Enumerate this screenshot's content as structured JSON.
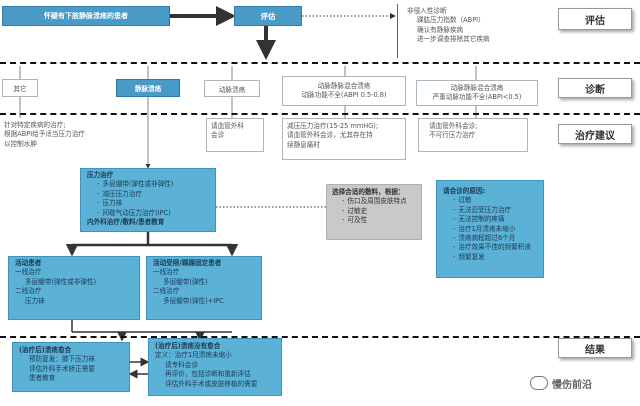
{
  "suspect": "怀疑有下肢静脉溃疡的患者",
  "assess": "评估",
  "assess_notes": [
    "非侵入性诊断",
    "踝肱压力指数（ABPI）",
    "确认有静脉疾病",
    "进一步调查排除其它疾病"
  ],
  "stages": {
    "assess": "评估",
    "diagnosis": "诊断",
    "treatment": "治疗建议",
    "outcome": "结果"
  },
  "diagnosis": {
    "other": "其它",
    "venous": "静脉溃疡",
    "arterial": "动脉溃疡",
    "mixed1": [
      "动脉静脉混合溃疡",
      "动脉功能不全(ABPI 0.5-0.8)"
    ],
    "mixed2": [
      "动脉静脉混合溃疡",
      "严重动脉功能不全(ABPI<0.5)"
    ]
  },
  "advice": {
    "other": [
      "针对特定疾病的治疗;",
      "根据ABPI给予适当压力治疗",
      "以控制水肿"
    ],
    "arterial": [
      "请血管外科",
      "会诊"
    ],
    "mixed1": [
      "减压压力治疗(15-25 mmHG);",
      "请血管外科会诊，尤其存在持",
      "续静息痛时"
    ],
    "mixed2": [
      "请血管外科会诊;",
      "不可行压力治疗"
    ]
  },
  "compression": {
    "title": "压力治疗",
    "items": [
      "多层绷带(弹性或非弹性)",
      "减压压力治疗",
      "压力袜",
      "间歇气动压力治疗(IPC)"
    ],
    "footer": "内外科治疗/敷料/患者教育"
  },
  "dressing": {
    "title": "选择合适的敷料，根据：",
    "items": [
      "伤口及周围皮肤特点",
      "过敏史",
      "可及性"
    ]
  },
  "referral": {
    "title": "请会诊的原因:",
    "items": [
      "过敏",
      "无法忍受压力治疗",
      "无法控制的疼痛",
      "治疗1月溃疡未缩小",
      "溃疡病程超过6个月",
      "治疗效果不佳的频繁积液",
      "频繁复发"
    ]
  },
  "mobile": {
    "title": "活动患者",
    "lines": [
      "一线治疗",
      "多层绷带(弹性或非弹性)",
      "二线治疗",
      "压力袜"
    ]
  },
  "immobile": {
    "title": "活动受限/踝踝固定患者",
    "lines": [
      "一线治疗",
      "多层绷带(弹性)",
      "二线治疗",
      "多层绷带(弹性)+IPC"
    ]
  },
  "healed": {
    "lines": [
      "(治疗后)溃疡愈合",
      "预防复发：膝下压力袜",
      "评估外科手术矫正需要",
      "患者教育"
    ]
  },
  "unhealed": {
    "lines": [
      "(治疗后)溃疡没有愈合",
      "定义：治疗1月溃疡未缩小",
      "请专科会诊",
      "再评价，包括诊断和重新评估",
      "评估外科手术或皮肤移植的需要"
    ]
  },
  "watermark": "慢伤前沿"
}
